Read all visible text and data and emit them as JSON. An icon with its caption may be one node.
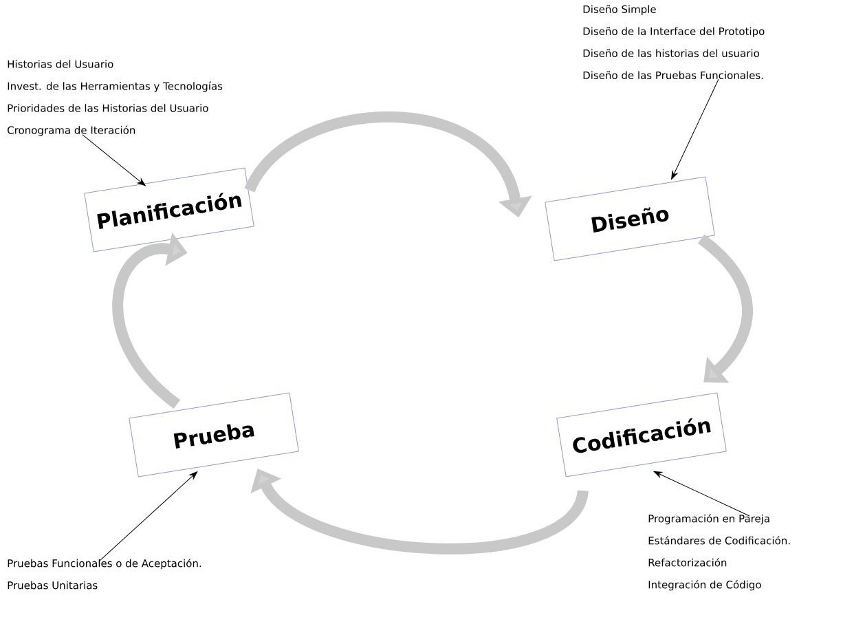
{
  "diagram": {
    "nodes": [
      {
        "text": [
          "Historias del Usuario",
          "Invest. de las Herramientas y Tecnologías",
          "Prioridades de las Historias del Usuario",
          "Cronograma de Iteración"
        ]
      },
      {
        "text": [
          "Diseño Simple",
          "Diseño de la Interface del Prototipo",
          "Diseño de las historias del usuario",
          "Diseño de las Pruebas Funcionales."
        ]
      },
      {
        "text": [
          "Planificación"
        ]
      },
      {
        "text": [
          "Diseño"
        ]
      },
      {
        "text": [
          "Prueba"
        ]
      },
      {
        "text": [
          "Codificación"
        ]
      },
      {
        "text": [
          "Pruebas Funcionales o de Aceptación.",
          "Pruebas Unitarias"
        ]
      },
      {
        "text": [
          "Programación en Pareja",
          "Estándares de Codificación.",
          "Refactorización",
          "Integración de Código"
        ]
      }
    ],
    "edges": [
      {
        "from": 0,
        "to": 2,
        "arrow": "to"
      },
      {
        "from": 1,
        "to": 3,
        "arrow": "to"
      },
      {
        "from": 7,
        "to": 5,
        "arrow": "to"
      },
      {
        "from": 6,
        "to": 4,
        "arrow": "to"
      },
      {
        "from": 2,
        "to": 3,
        "arrow": "to",
        "style": "thick",
        "color": "#c8c8c8"
      },
      {
        "from": 3,
        "to": 5,
        "arrow": "to",
        "style": "thick",
        "color": "#c8c8c8"
      },
      {
        "from": 5,
        "to": 4,
        "arrow": "to",
        "style": "thick",
        "color": "#c8c8c8"
      },
      {
        "from": 4,
        "to": 2,
        "arrow": "to",
        "style": "thick",
        "color": "#c8c8c8"
      }
    ]
  }
}
